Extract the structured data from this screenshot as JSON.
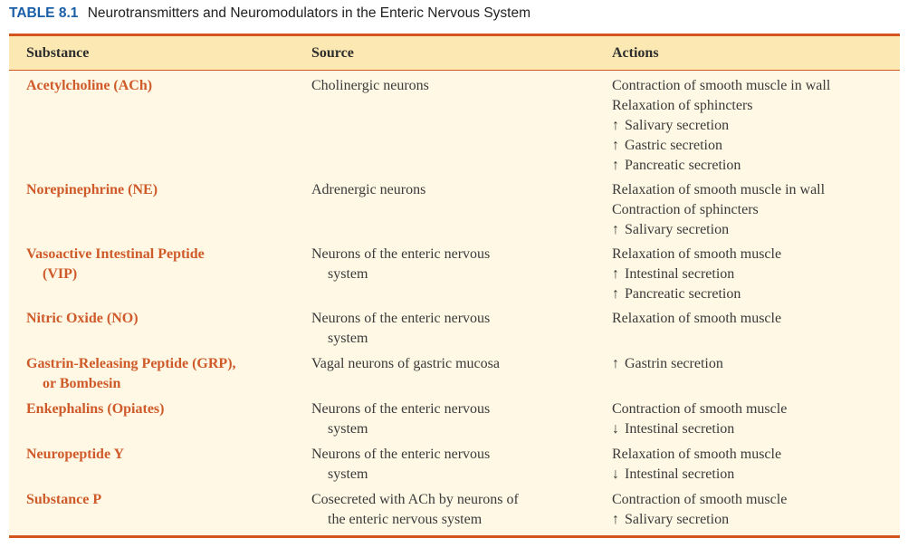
{
  "caption": {
    "number": "TABLE 8.1",
    "title": "Neurotransmitters and Neuromodulators in the Enteric Nervous System"
  },
  "columns": [
    "Substance",
    "Source",
    "Actions"
  ],
  "rows": [
    {
      "substance": [
        "Acetylcholine (ACh)"
      ],
      "source": [
        "Cholinergic neurons"
      ],
      "actions": [
        {
          "arrow": "",
          "text": "Contraction of smooth muscle in wall"
        },
        {
          "arrow": "",
          "text": "Relaxation of sphincters"
        },
        {
          "arrow": "↑",
          "text": "Salivary secretion"
        },
        {
          "arrow": "↑",
          "text": "Gastric secretion"
        },
        {
          "arrow": "↑",
          "text": "Pancreatic secretion"
        }
      ]
    },
    {
      "substance": [
        "Norepinephrine (NE)"
      ],
      "source": [
        "Adrenergic neurons"
      ],
      "actions": [
        {
          "arrow": "",
          "text": "Relaxation of smooth muscle in wall"
        },
        {
          "arrow": "",
          "text": "Contraction of sphincters"
        },
        {
          "arrow": "↑",
          "text": "Salivary secretion"
        }
      ]
    },
    {
      "substance": [
        "Vasoactive Intestinal Peptide",
        "(VIP)"
      ],
      "source": [
        "Neurons of the enteric nervous",
        "system"
      ],
      "actions": [
        {
          "arrow": "",
          "text": "Relaxation of smooth muscle"
        },
        {
          "arrow": "↑",
          "text": "Intestinal secretion"
        },
        {
          "arrow": "↑",
          "text": "Pancreatic secretion"
        }
      ]
    },
    {
      "substance": [
        "Nitric Oxide (NO)"
      ],
      "source": [
        "Neurons of the enteric nervous",
        "system"
      ],
      "actions": [
        {
          "arrow": "",
          "text": "Relaxation of smooth muscle"
        }
      ]
    },
    {
      "substance": [
        "Gastrin-Releasing Peptide (GRP),",
        "or Bombesin"
      ],
      "source": [
        "Vagal neurons of gastric mucosa"
      ],
      "actions": [
        {
          "arrow": "↑",
          "text": "Gastrin secretion"
        }
      ]
    },
    {
      "substance": [
        "Enkephalins (Opiates)"
      ],
      "source": [
        "Neurons of the enteric nervous",
        "system"
      ],
      "actions": [
        {
          "arrow": "",
          "text": "Contraction of smooth muscle"
        },
        {
          "arrow": "↓",
          "text": "Intestinal secretion"
        }
      ]
    },
    {
      "substance": [
        "Neuropeptide Y"
      ],
      "source": [
        "Neurons of the enteric nervous",
        "system"
      ],
      "actions": [
        {
          "arrow": "",
          "text": "Relaxation of smooth muscle"
        },
        {
          "arrow": "↓",
          "text": "Intestinal secretion"
        }
      ]
    },
    {
      "substance": [
        "Substance P"
      ],
      "source": [
        "Cosecreted with ACh by neurons of",
        "the enteric nervous system"
      ],
      "actions": [
        {
          "arrow": "",
          "text": "Contraction of smooth muscle"
        },
        {
          "arrow": "↑",
          "text": "Salivary secretion"
        }
      ]
    }
  ],
  "colors": {
    "rule": "#d4541e",
    "header_bg": "#fbe8b2",
    "body_bg": "#fef8e4",
    "substance_text": "#cf5a2a",
    "caption_number": "#1b5fa8"
  }
}
